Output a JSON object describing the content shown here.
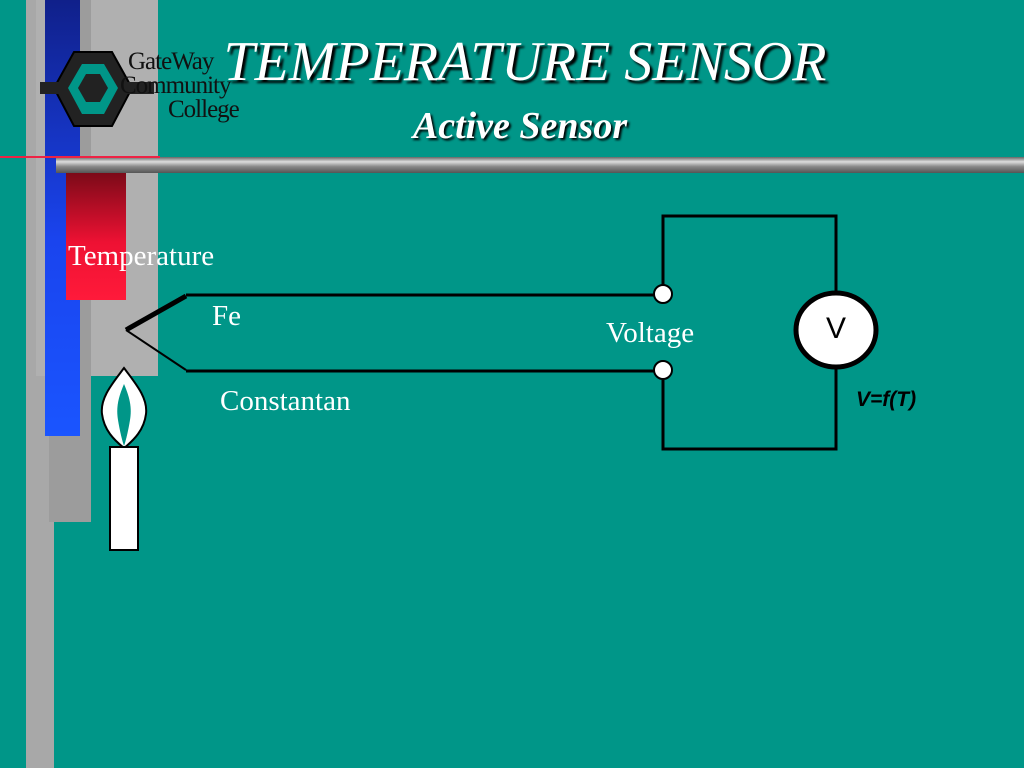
{
  "title": "TEMPERATURE SENSOR",
  "subtitle": "Active Sensor",
  "logo": {
    "lines": [
      "GateWay",
      "Community",
      "College"
    ]
  },
  "labels": {
    "temperature": "Temperature",
    "fe": "Fe",
    "constantan": "Constantan",
    "voltage": "Voltage",
    "meter": "V",
    "formula": "V=f(T)"
  },
  "colors": {
    "background": "#009688",
    "red_block": "#ee1133",
    "blue_bar": "#1a44ee",
    "gray_bar": "#a8a8a8"
  }
}
